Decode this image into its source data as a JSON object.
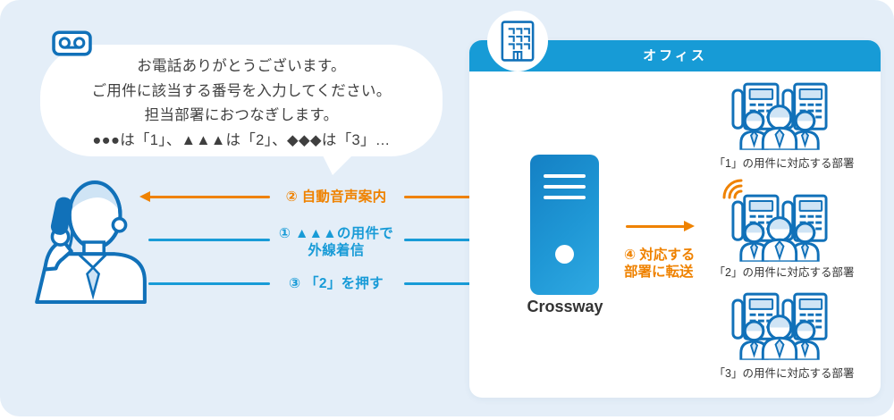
{
  "bubble": {
    "lines": [
      "お電話ありがとうございます。",
      "ご用件に該当する番号を入力してください。",
      "担当部署におつなぎします。",
      "●●●は「1」、▲▲▲は「2」、◆◆◆は「3」…"
    ]
  },
  "steps": {
    "incoming_call": {
      "label_line1": "① ▲▲▲の用件で",
      "label_line2": "外線着信",
      "color": "#189bd7"
    },
    "voice_guidance": {
      "label": "② 自動音声案内",
      "color": "#ef8200"
    },
    "press_two": {
      "label": "③ 「2」を押す",
      "color": "#189bd7"
    },
    "transfer": {
      "label_line1": "④ 対応する",
      "label_line2": "部署に転送",
      "color": "#ef8200"
    }
  },
  "server": {
    "label": "Crossway"
  },
  "office": {
    "title": "オフィス",
    "departments": [
      {
        "label": "「1」の用件に対応する部署",
        "ringing": false
      },
      {
        "label": "「2」の用件に対応する部署",
        "ringing": true
      },
      {
        "label": "「3」の用件に対応する部署",
        "ringing": false
      }
    ]
  },
  "colors": {
    "panel_bg": "#e4eef8",
    "line_blue": "#1171b9",
    "light_blue_fill": "#cfe4f5",
    "arrow_blue": "#189bd7",
    "orange": "#ef8200",
    "office_header_blue": "#179bd6",
    "text_dark": "#333333"
  }
}
